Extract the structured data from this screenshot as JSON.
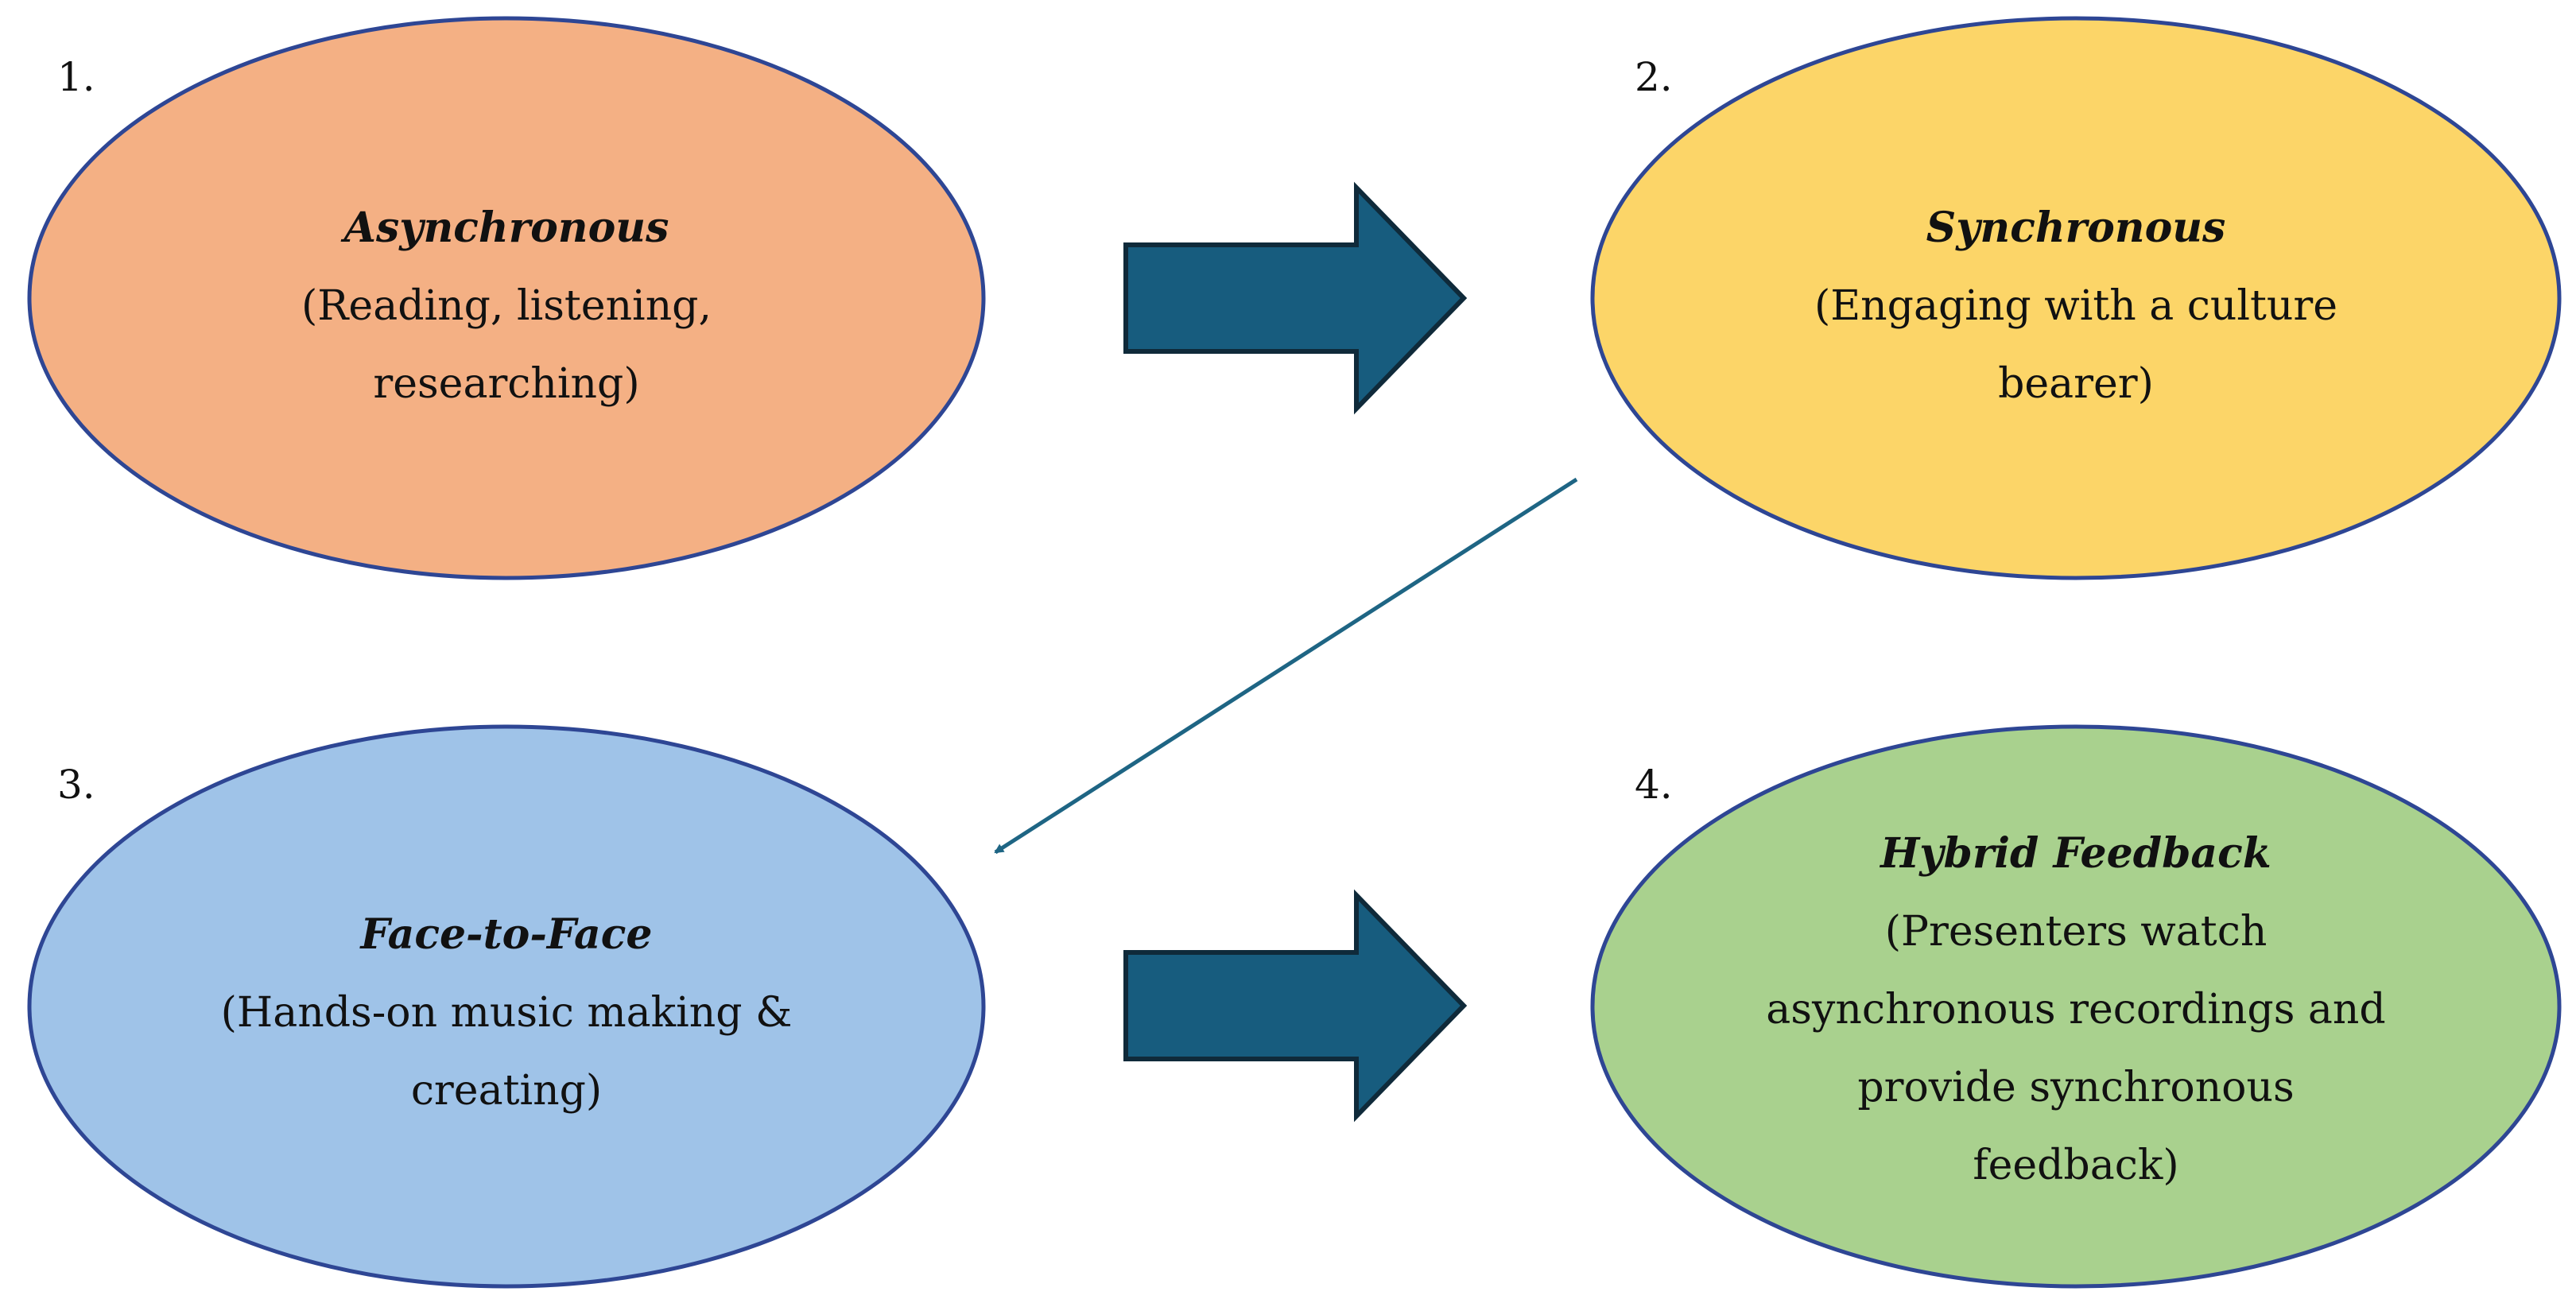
{
  "colors": {
    "ellipse_outline": "#2e4694",
    "arrow_fill": "#175c7e",
    "arrow_outline": "#0f2a3a",
    "connector": "#1e6584"
  },
  "stages": [
    {
      "number": "1.",
      "title": "Asynchronous",
      "desc": "(Reading, listening, researching)",
      "fill": "#f4b084"
    },
    {
      "number": "2.",
      "title": "Synchronous",
      "desc": "(Engaging with a culture bearer)",
      "fill": "#fcd568"
    },
    {
      "number": "3.",
      "title": "Face-to-Face",
      "desc": "(Hands-on music making & creating)",
      "fill": "#9fc3e8"
    },
    {
      "number": "4.",
      "title": "Hybrid Feedback",
      "desc": "(Presenters watch asynchronous recordings and provide synchronous feedback)",
      "fill": "#a9d18e"
    }
  ],
  "arrows": [
    {
      "from": "1.",
      "to": "2.",
      "style": "block-arrow"
    },
    {
      "from": "2.",
      "to": "3.",
      "style": "thin-line-arrow"
    },
    {
      "from": "3.",
      "to": "4.",
      "style": "block-arrow"
    }
  ]
}
